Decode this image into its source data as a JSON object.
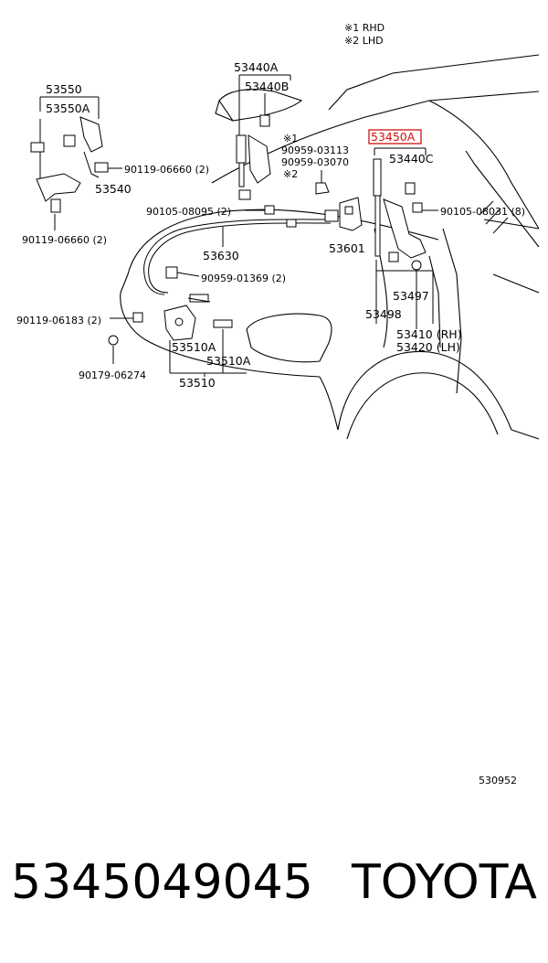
{
  "legend": {
    "note1": "※1  RHD",
    "note2": "※2  LHD"
  },
  "parts": {
    "p53440A": "53440A",
    "p53440B": "53440B",
    "p53450A": "53450A",
    "p53440C": "53440C",
    "p53550": "53550",
    "p53550A": "53550A",
    "p90119_06660a": "90119-06660 (2)",
    "p53540": "53540",
    "p90119_06660b": "90119-06660 (2)",
    "note1_mark": "※1",
    "p90959_03113": "90959-03113",
    "p90959_03070": "90959-03070",
    "note2_mark": "※2",
    "p90105_08095": "90105-08095 (2)",
    "p90105_08031": "90105-08031 (8)",
    "p53630": "53630",
    "p53601": "53601",
    "p90959_01369": "90959-01369 (2)",
    "p53497": "53497",
    "p90119_06183": "90119-06183 (2)",
    "p53498": "53498",
    "p53410": "53410 (RH)",
    "p53420": "53420 (LH)",
    "p53510A_1": "53510A",
    "p53510A_2": "53510A",
    "p90179_06274": "90179-06274",
    "p53510": "53510"
  },
  "highlight": {
    "part_number": "53450A",
    "color": "#d01010"
  },
  "diagram_code": "530952",
  "footer": {
    "part_number": "5345049045",
    "brand": "TOYOTA"
  }
}
